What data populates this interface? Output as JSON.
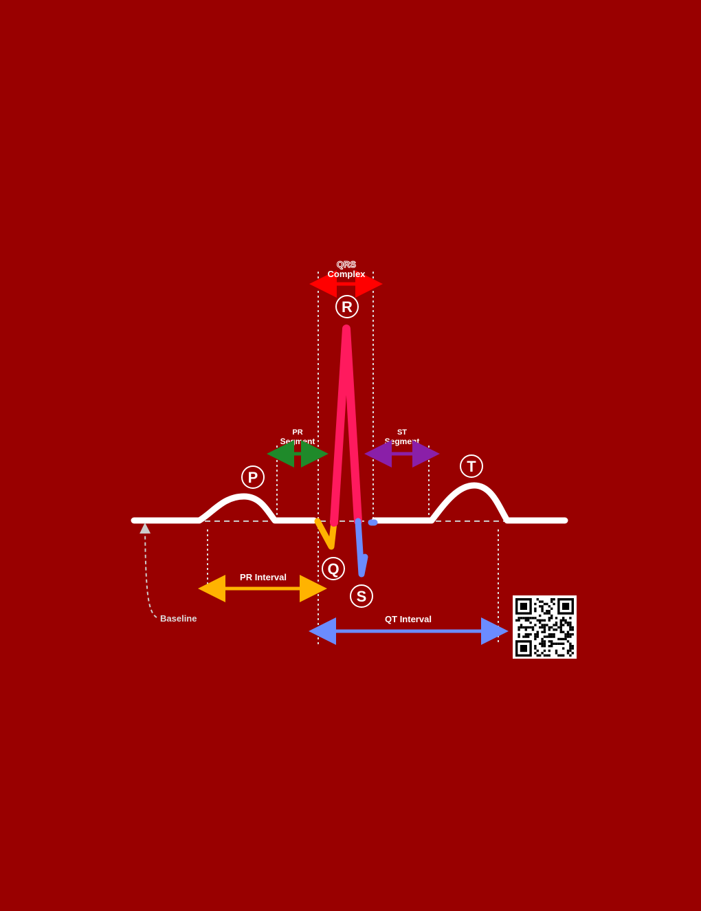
{
  "colors": {
    "background": "#990000",
    "trace": "#ffffff",
    "qrs_complex": "#ff0000",
    "r_wave": "#ff1a5e",
    "q_wave": "#ffb300",
    "s_wave": "#6b8cff",
    "pr_segment": "#1f8a2a",
    "st_segment": "#8a1fa8",
    "pr_interval": "#ffb300",
    "qt_interval": "#6b8cff",
    "baseline_guide": "#cccccc"
  },
  "labels": {
    "qrs_title": "QRS",
    "qrs_subtitle": "Complex",
    "pr_segment_line1": "PR",
    "pr_segment_line2": "Segment",
    "st_segment_line1": "ST",
    "st_segment_line2": "Segment",
    "pr_interval": "PR Interval",
    "qt_interval": "QT Interval",
    "baseline": "Baseline"
  },
  "waves": {
    "p": "P",
    "q": "Q",
    "r": "R",
    "s": "S",
    "t": "T"
  },
  "qr_code": {
    "present": true,
    "icon": "qr-code-icon"
  }
}
